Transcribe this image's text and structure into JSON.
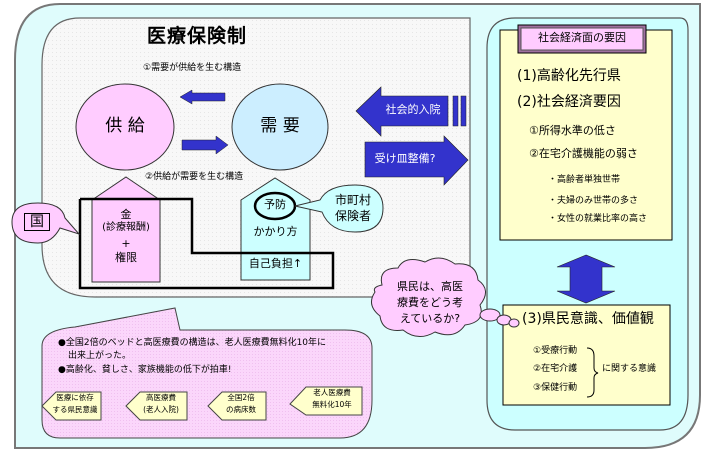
{
  "title": "医療保険制",
  "structure_labels": {
    "demand_creates_supply": "①需要が供給を生む構造",
    "supply_creates_demand": "②供給が需要を生む構造"
  },
  "circles": {
    "supply": "供 給",
    "demand": "需 要"
  },
  "supply_pentagon": {
    "line1": "金",
    "line2": "(診療報酬)",
    "line3": "+",
    "line4": "権限"
  },
  "demand_pentagon": {
    "prevention": "予防",
    "access": "かかり方",
    "copay": "自己負担↑"
  },
  "callouts": {
    "country": "国",
    "municipal_line1": "市町村",
    "municipal_line2": "保険者",
    "cloud_line1": "県民は、高医",
    "cloud_line2": "療費をどう考",
    "cloud_line3": "えているか?"
  },
  "arrows": {
    "social_admission": "社会的入院",
    "reception": "受け皿整備?"
  },
  "right_panel": {
    "header": "社会経済面の要因",
    "item1": "(1)高齢化先行県",
    "item2": "(2)社会経済要因",
    "sub1": "①所得水準の低さ",
    "sub2": "②在宅介護機能の弱さ",
    "bullets": [
      "・高齢者単独世帯",
      "・夫婦のみ世帯の多さ",
      "・女性の就業比率の高さ"
    ],
    "item3": "(3)県民意識、価値観",
    "awareness": [
      "①受療行動",
      "②在宅介護",
      "③保健行動"
    ],
    "awareness_suffix": "に関する意識"
  },
  "bottom_note": {
    "bullet1_line1": "●全国2倍のベッドと高医療費の構造は、老人医療費無料化10年に",
    "bullet1_line2": "出来上がった。",
    "bullet2": "●高齢化、貧しさ、家族機能の低下が拍車!",
    "chain": [
      {
        "line1": "医療に依存",
        "line2": "する県民意識"
      },
      {
        "line1": "高医療費",
        "line2": "(老人入院)"
      },
      {
        "line1": "全国2倍",
        "line2": "の病床数"
      },
      {
        "line1": "老人医療費",
        "line2": "無料化10年"
      }
    ]
  },
  "colors": {
    "outer_bg": "#dffcfc",
    "inner_bg": "#f6f6f6",
    "pink": "#ffccff",
    "light_blue": "#cceeff",
    "cyan": "#ccffff",
    "cream": "#ffffcc",
    "arrow_blue": "#3333cc"
  }
}
